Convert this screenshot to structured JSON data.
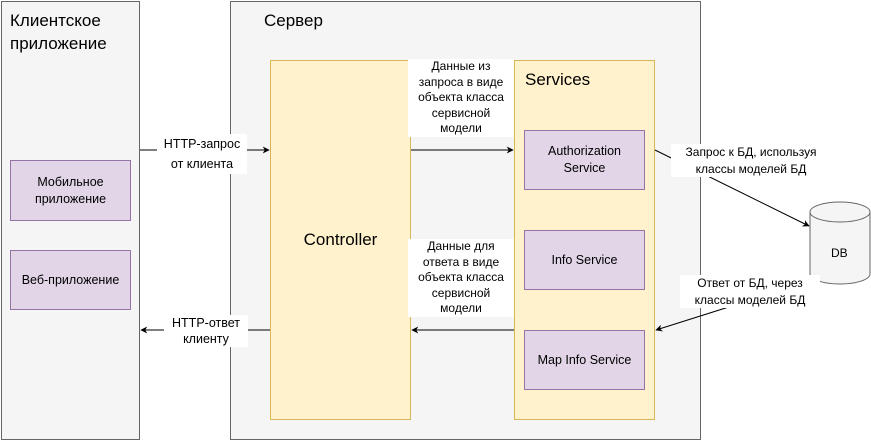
{
  "client": {
    "title_line1": "Клиентское",
    "title_line2": "приложение",
    "mobile_line1": "Мобильное",
    "mobile_line2": "приложение",
    "web": "Веб-приложение"
  },
  "server": {
    "title": "Сервер",
    "controller": "Controller",
    "services_title": "Services",
    "auth_line1": "Authorization",
    "auth_line2": "Service",
    "info": "Info Service",
    "map_info": "Map Info Service"
  },
  "db": {
    "label": "DB"
  },
  "edges": {
    "http_request": [
      "HTTP-запрос",
      "от клиента"
    ],
    "http_response": [
      "HTTP-ответ",
      "клиенту"
    ],
    "request_data": [
      "Данные из",
      "запроса в виде",
      "объекта класса",
      "сервисной",
      "модели"
    ],
    "response_data": [
      "Данные для",
      "ответа в виде",
      "объекта класса",
      "сервисной",
      "модели"
    ],
    "db_query": [
      "Запрос к БД, используя",
      "классы моделей БД"
    ],
    "db_answer": [
      "Ответ от БД, через",
      "классы моделей БД"
    ]
  }
}
